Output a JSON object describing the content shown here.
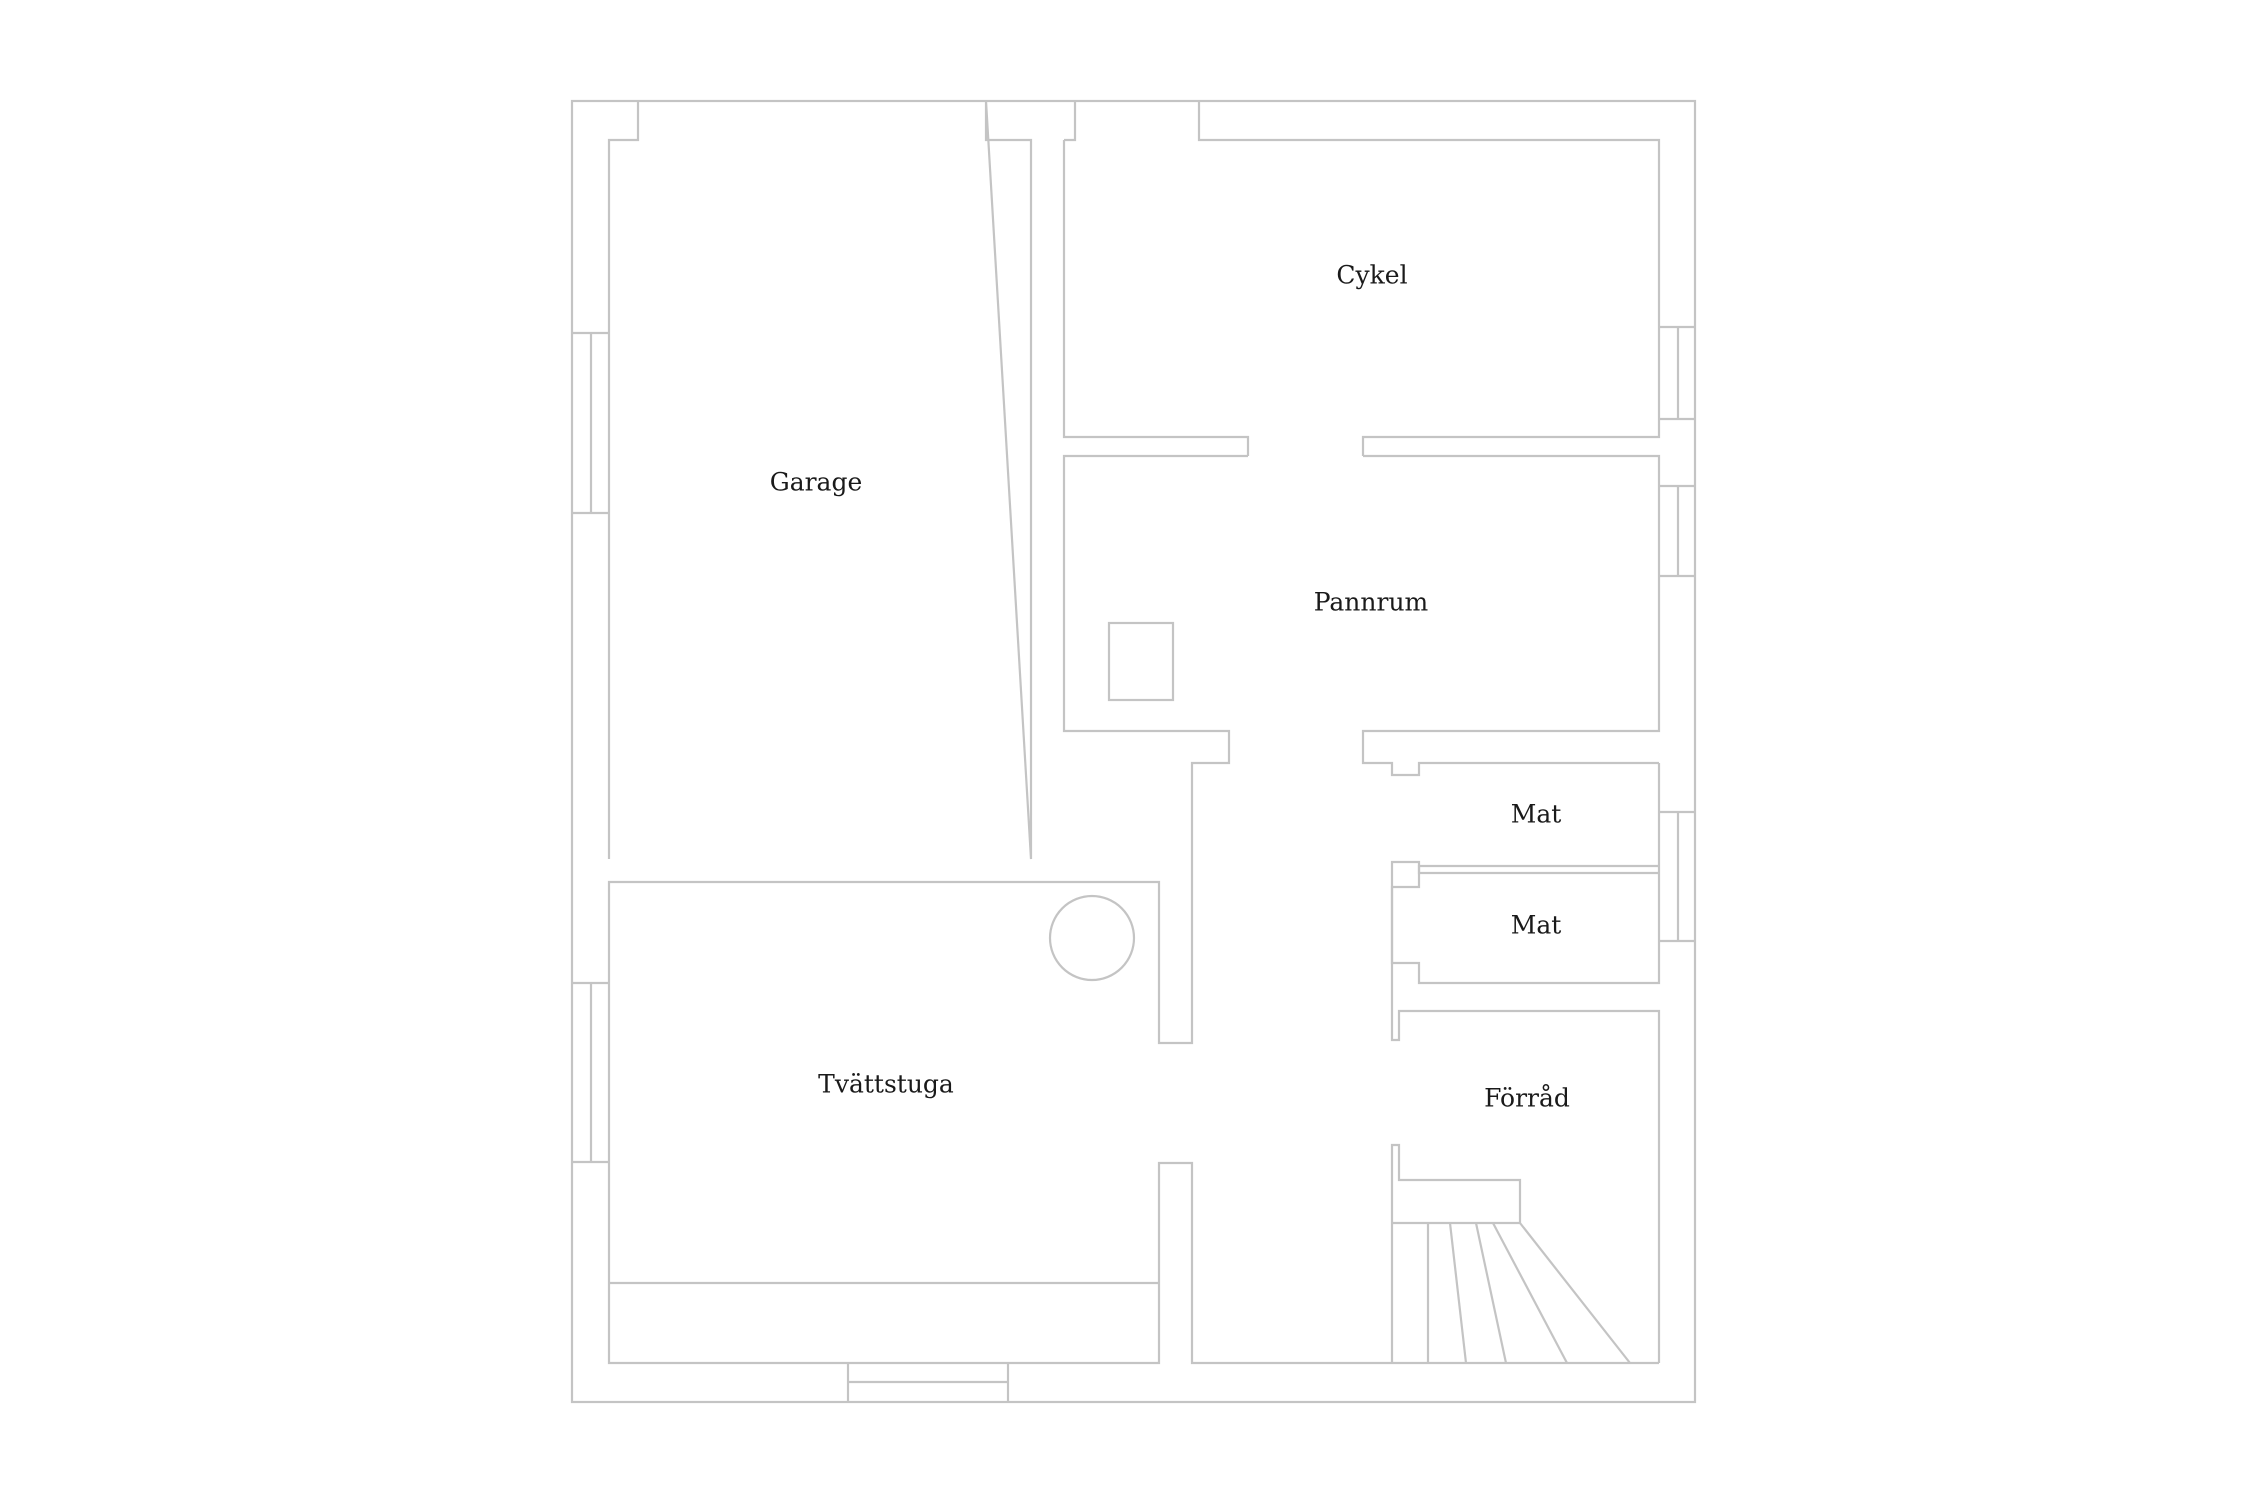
{
  "floor_plan": {
    "rooms": {
      "garage": "Garage",
      "cykel": "Cykel",
      "pannrum": "Pannrum",
      "mat_1": "Mat",
      "mat_2": "Mat",
      "tvattstuga": "Tvättstuga",
      "forrad": "Förråd"
    },
    "colors": {
      "wall_stroke": "#c4c4c4",
      "label_text": "#1a1a1a",
      "background": "#ffffff"
    }
  }
}
